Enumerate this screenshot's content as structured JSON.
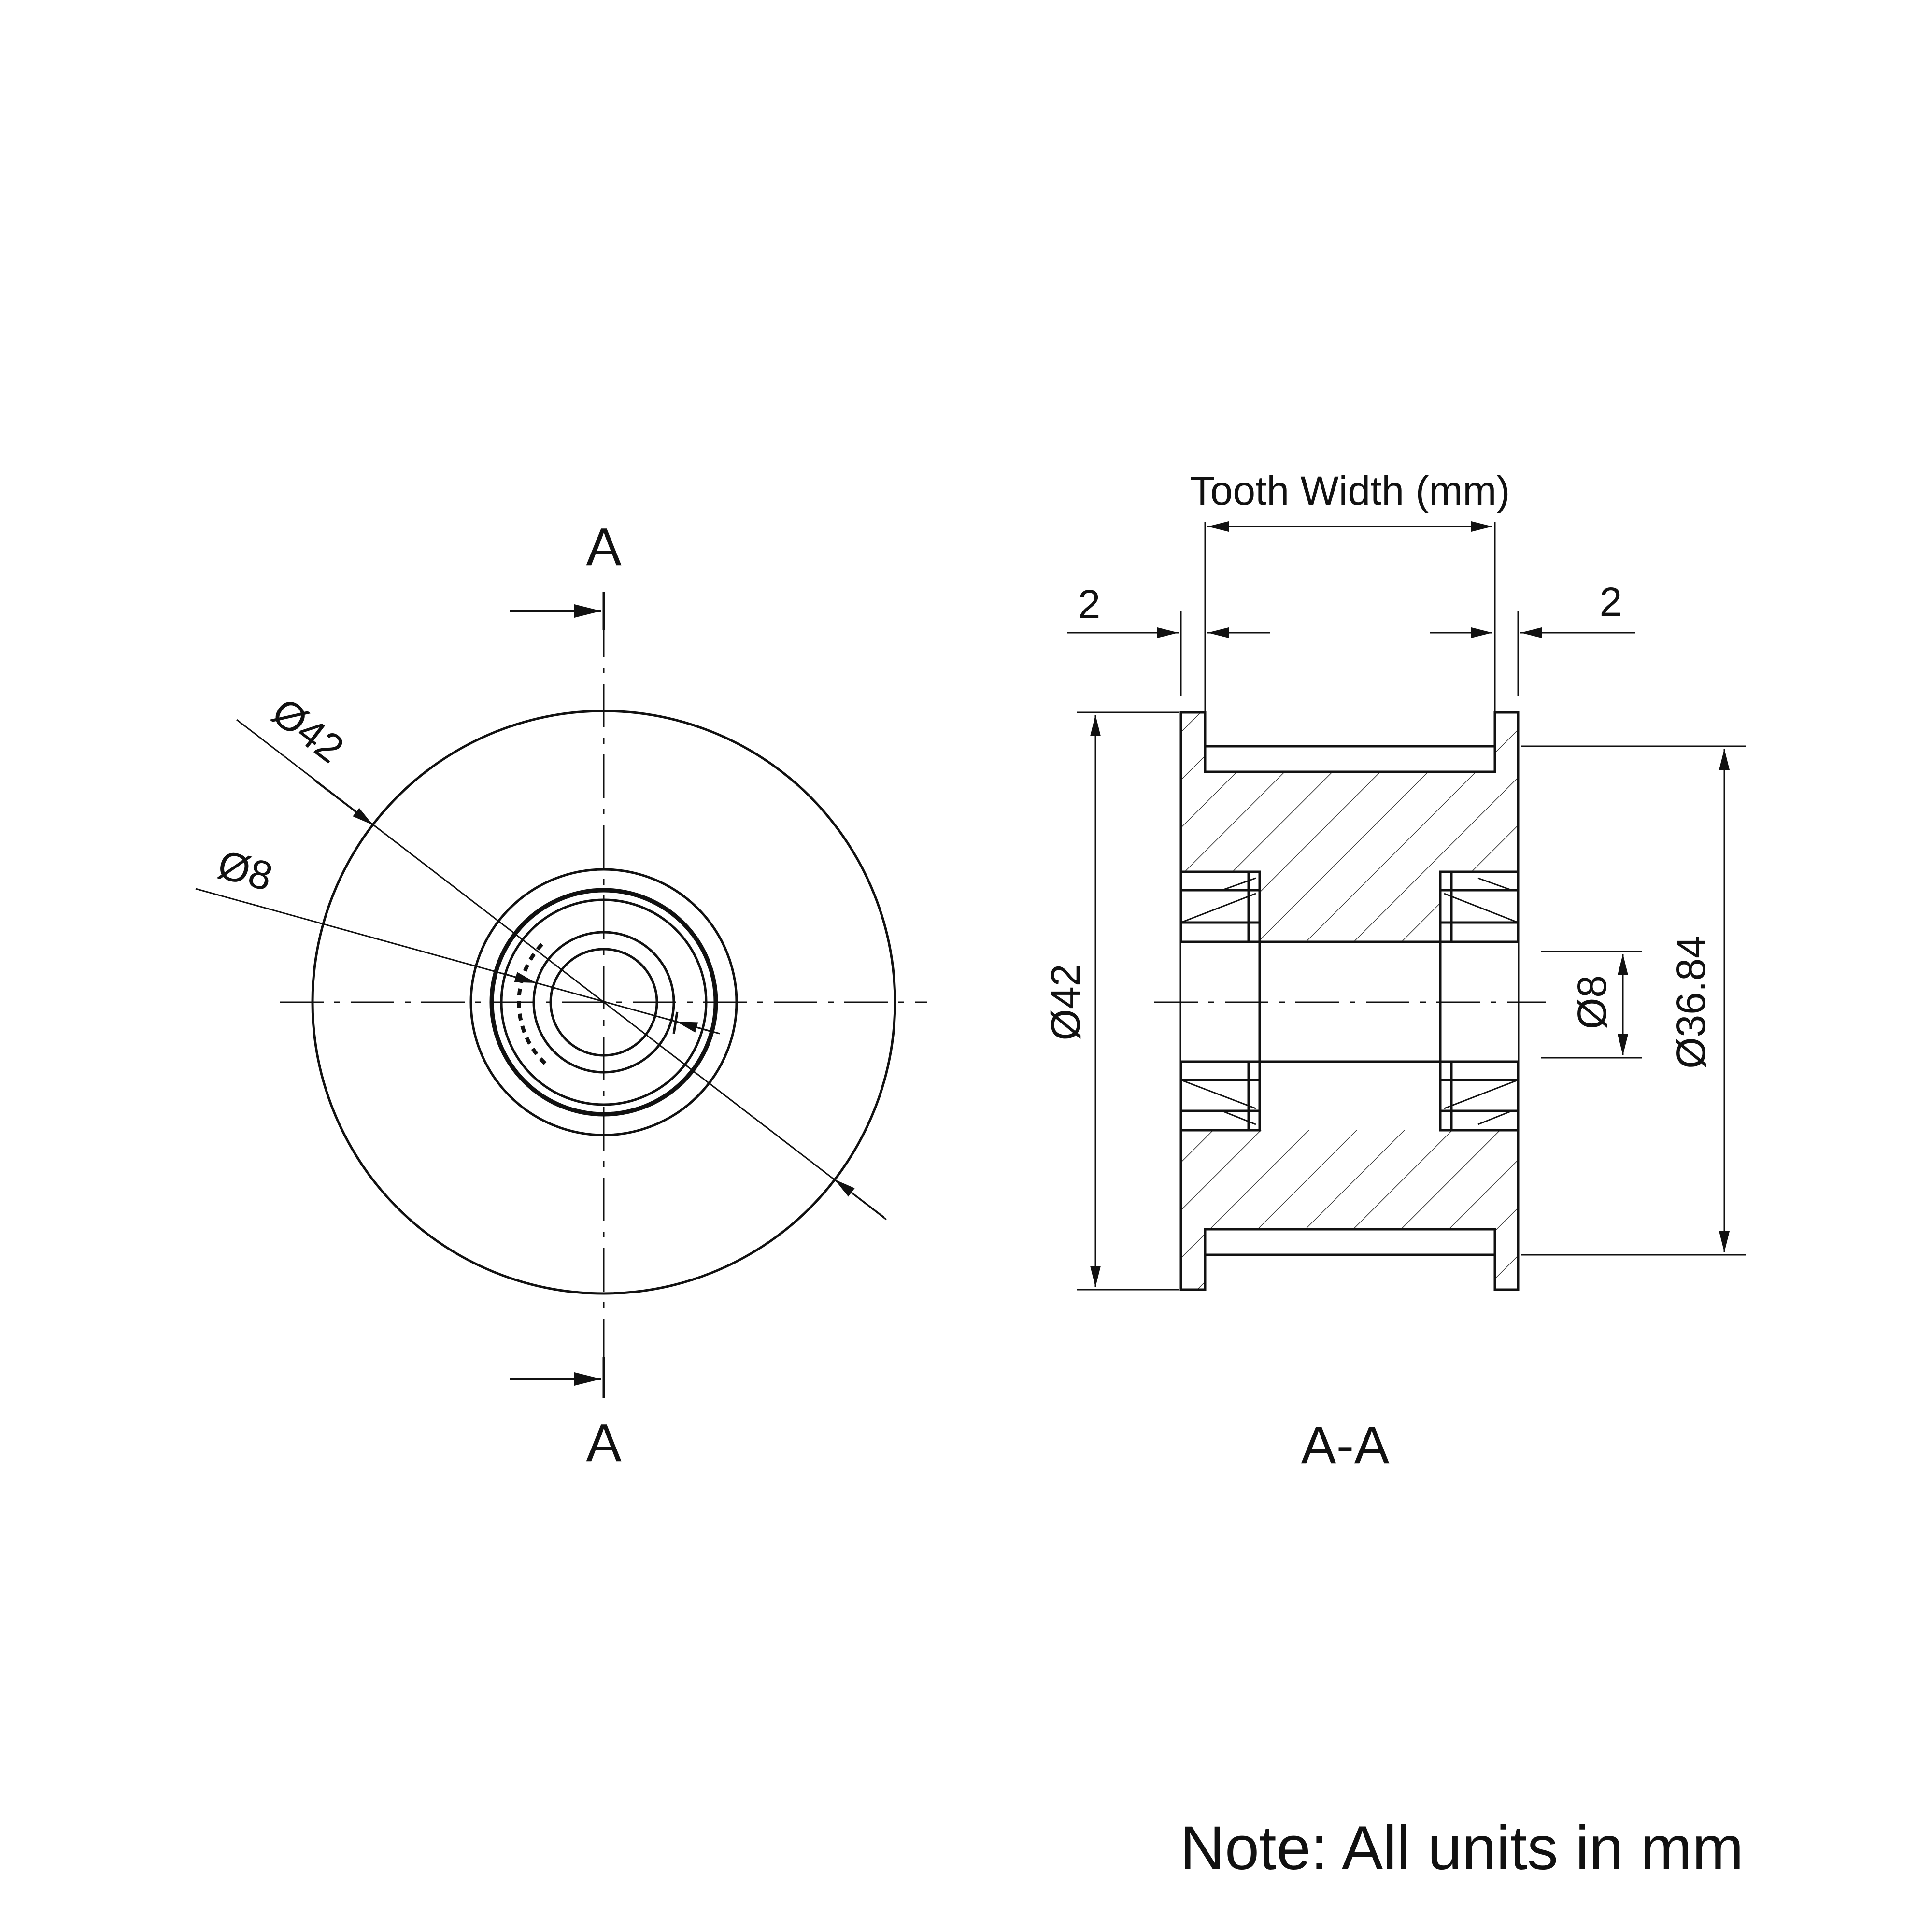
{
  "front_view": {
    "section_mark_top": "A",
    "section_mark_bottom": "A",
    "dim_outer": "Ø42",
    "dim_bore": "Ø8"
  },
  "section_view": {
    "tooth_width_label": "Tooth Width (mm)",
    "flange_left": "2",
    "flange_right": "2",
    "dim_outer": "Ø42",
    "dim_bore": "Ø8",
    "dim_pitch": "Ø36.84",
    "title": "A-A"
  },
  "note": "Note: All units in mm"
}
